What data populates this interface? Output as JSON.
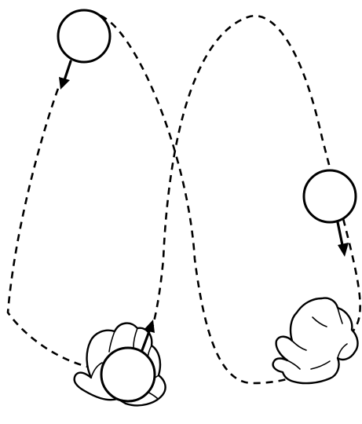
{
  "diagram": {
    "kind": "juggling-pattern",
    "balls": 3,
    "hands": 2,
    "line_style": "dashed",
    "colors": {
      "stroke": "#000000",
      "fill": "#ffffff"
    }
  }
}
